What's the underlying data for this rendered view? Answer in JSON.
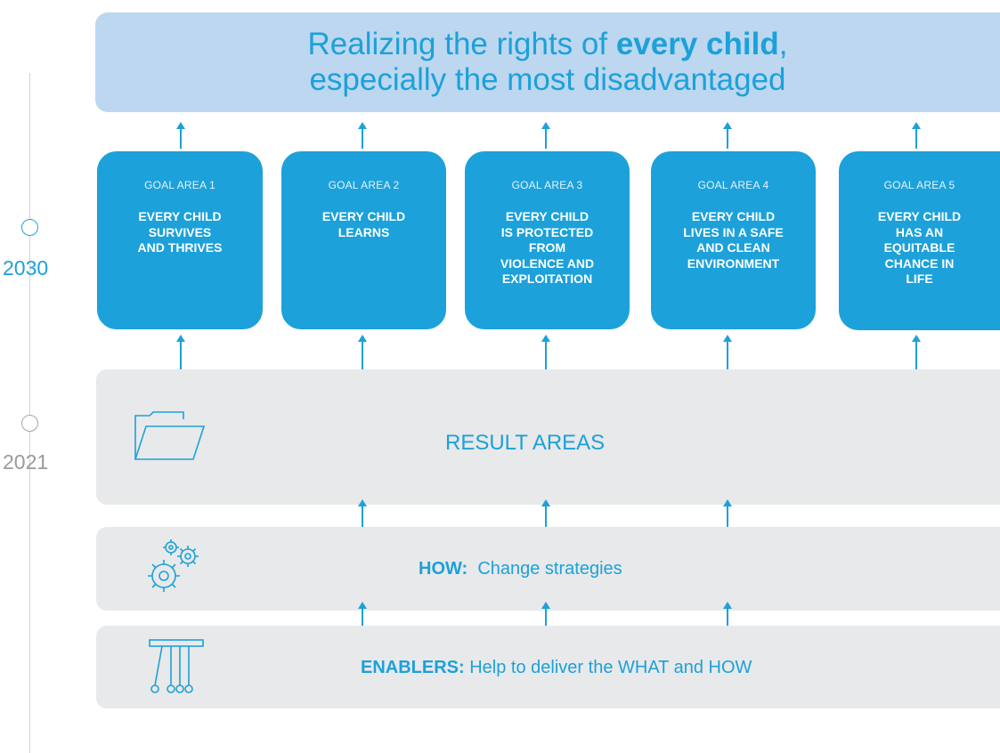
{
  "timeline": {
    "years": [
      "2030",
      "2021"
    ],
    "colors": {
      "active": "#1ca1da",
      "inactive": "#a6a6a6"
    }
  },
  "banner": {
    "line1_prefix": "Realizing the rights of ",
    "line1_bold": "every child",
    "line1_suffix": ",",
    "line2": "especially the most disadvantaged"
  },
  "goals": [
    {
      "number": "GOAL AREA 1",
      "lines": [
        "EVERY CHILD",
        "SURVIVES",
        "AND THRIVES"
      ]
    },
    {
      "number": "GOAL AREA 2",
      "lines": [
        "EVERY CHILD",
        "LEARNS"
      ]
    },
    {
      "number": "GOAL AREA 3",
      "lines": [
        "EVERY CHILD",
        "IS PROTECTED",
        "FROM",
        "VIOLENCE AND",
        "EXPLOITATION"
      ]
    },
    {
      "number": "GOAL AREA 4",
      "lines": [
        "EVERY CHILD",
        "LIVES IN A SAFE",
        "AND CLEAN",
        "ENVIRONMENT"
      ]
    },
    {
      "number": "GOAL AREA 5",
      "lines": [
        "EVERY CHILD",
        "HAS AN",
        "EQUITABLE",
        "CHANCE IN",
        "LIFE"
      ]
    }
  ],
  "result_areas": {
    "label": "RESULT AREAS"
  },
  "how": {
    "label_bold": "HOW:",
    "label_text": "Change strategies"
  },
  "enablers": {
    "label_bold": "ENABLERS:",
    "label_text": "Help to deliver the WHAT and HOW"
  },
  "icons": {
    "result_areas": "folder-icon",
    "how": "gears-icon",
    "enablers": "newtons-cradle-icon"
  },
  "colors": {
    "accent": "#1ca1da",
    "banner_bg": "#bcd7ef",
    "band_bg": "#e8e9ea"
  }
}
